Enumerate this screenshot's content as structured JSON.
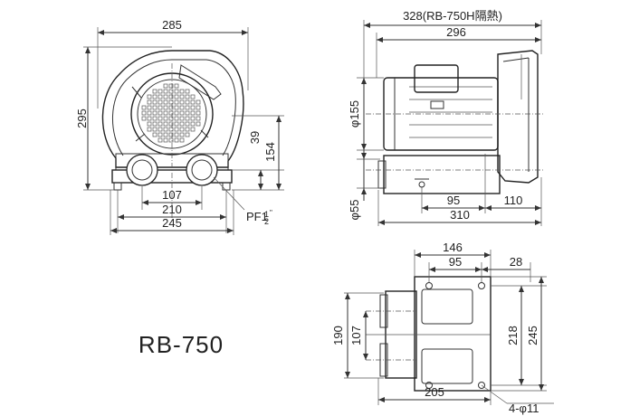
{
  "model": "RB-750",
  "front_view": {
    "width_top": "285",
    "height_left": "295",
    "height_39": "39",
    "height_154": "154",
    "bottom_107": "107",
    "bottom_210": "210",
    "bottom_245": "245",
    "port_label": "PF1",
    "port_frac_num": "1",
    "port_frac_den": "2",
    "port_frac_sup": "\""
  },
  "side_view": {
    "top_328": "328(RB-750H隔熱)",
    "top_296": "296",
    "dia_155": "φ155",
    "dia_55": "φ55",
    "dim_95": "95",
    "dim_110": "110",
    "dim_310": "310"
  },
  "bottom_view": {
    "dim_146": "146",
    "dim_95": "95",
    "dim_28": "28",
    "dim_190": "190",
    "dim_107": "107",
    "dim_218": "218",
    "dim_245": "245",
    "dim_205": "205",
    "holes": "4-φ11"
  }
}
